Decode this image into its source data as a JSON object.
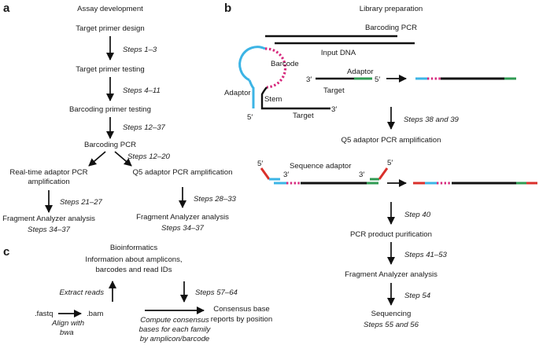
{
  "panels": {
    "a": "a",
    "b": "b",
    "c": "c"
  },
  "panel_a": {
    "heading": "Assay development",
    "target_primer_design": "Target primer design",
    "steps_1_3": "Steps 1–3",
    "target_primer_testing": "Target primer testing",
    "steps_4_11": "Steps 4–11",
    "barcoding_primer_testing": "Barcoding primer testing",
    "steps_12_37": "Steps 12–37",
    "barcoding_pcr": "Barcoding PCR",
    "steps_12_20": "Steps 12–20",
    "rt_adaptor_line1": "Real-time adaptor PCR",
    "rt_adaptor_line2": "amplification",
    "q5_adaptor": "Q5 adaptor PCR amplification",
    "steps_21_27": "Steps 21–27",
    "steps_28_33": "Steps 28–33",
    "fa_left": "Fragment Analyzer analysis",
    "steps_34_37_left": "Steps 34–37",
    "fa_right": "Fragment Analyzer analysis",
    "steps_34_37_right": "Steps 34–37"
  },
  "panel_b": {
    "heading": "Library preparation",
    "barcoding_pcr": "Barcoding PCR",
    "input_dna": "Input DNA",
    "barcode": "Barcode",
    "adaptor_loop": "Adaptor",
    "stem": "Stem",
    "five_prime_left": "5′",
    "three_prime_stem": "3′",
    "target_stem": "Target",
    "three_prime_adaptor": "3′",
    "adaptor_label": "Adaptor",
    "five_prime_adaptor": "5′",
    "target_adaptor": "Target",
    "steps_38_39": "Steps 38 and 39",
    "q5_adaptor": "Q5 adaptor PCR amplification",
    "sequence_adaptor": "Sequence adaptor",
    "seq_5_left": "5′",
    "seq_3_left": "3′",
    "seq_3_right": "3′",
    "seq_5_right": "5′",
    "step_40": "Step 40",
    "pcr_purification": "PCR product purification",
    "steps_41_53": "Steps 41–53",
    "fragment_analyzer": "Fragment Analyzer analysis",
    "step_54": "Step 54",
    "sequencing": "Sequencing",
    "steps_55_56": "Steps 55 and 56"
  },
  "panel_c": {
    "heading": "Bioinformatics",
    "info_line1": "Information about amplicons,",
    "info_line2": "barcodes and read IDs",
    "extract_reads": "Extract reads",
    "steps_57_64": "Steps 57–64",
    "fastq": ".fastq",
    "bam": ".bam",
    "align_line1": "Align with",
    "align_line2": "bwa",
    "compute_line1": "Compute consensus",
    "compute_line2": "bases for each family",
    "compute_line3": "by amplicon/barcode",
    "consensus_line1": "Consensus base",
    "consensus_line2": "reports by position"
  },
  "colors": {
    "adaptor_blue": "#3cb4e5",
    "barcode_magenta": "#d6287c",
    "target_green": "#2f9a52",
    "sequence_red": "#d9302b",
    "dna_black": "#111111"
  }
}
